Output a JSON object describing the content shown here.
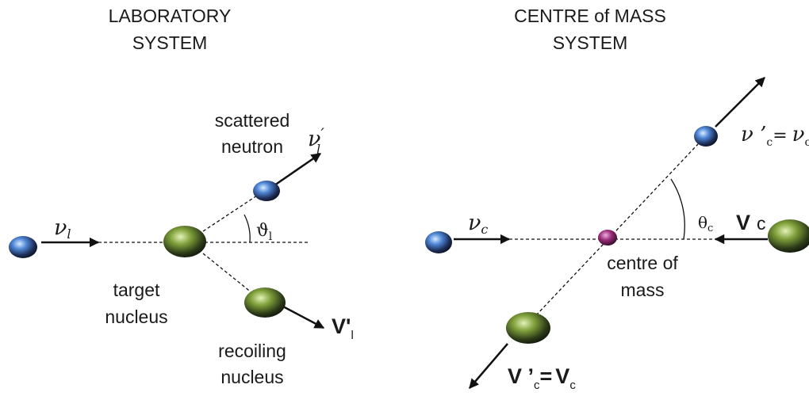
{
  "lab": {
    "title_line1": "LABORATORY",
    "title_line2": "SYSTEM",
    "incident_velocity": "ν",
    "incident_sub": "l",
    "scattered_label_line1": "scattered",
    "scattered_label_line2": "neutron",
    "scattered_velocity": "ν",
    "scattered_prime": "′",
    "scattered_sub": "l",
    "angle_symbol": "ϑ",
    "angle_sub": "l",
    "target_line1": "target",
    "target_line2": "nucleus",
    "recoil_velocity": "V'",
    "recoil_sub": "l",
    "recoil_line1": "recoiling",
    "recoil_line2": "nucleus"
  },
  "cm": {
    "title_line1": "CENTRE of MASS",
    "title_line2": "SYSTEM",
    "incident_velocity": "ν",
    "incident_sub": "c",
    "scattered_velocity": "ν ’",
    "scattered_sub": "c",
    "scattered_equals": "=",
    "scattered_rhs": "ν",
    "scattered_rhs_sub": "c",
    "angle_symbol": "θ",
    "angle_sub": "c",
    "nucleus_velocity": "V",
    "nucleus_sub": "c",
    "com_line1": "centre of",
    "com_line2": "mass",
    "recoil_velocity": "V ’",
    "recoil_sub": "c",
    "recoil_equals": "=",
    "recoil_rhs": "V",
    "recoil_rhs_sub": "c"
  },
  "colors": {
    "neutron": "#3f73c8",
    "nucleus": "#7a9a3a",
    "centre_of_mass": "#9a2c78",
    "line": "#111111"
  }
}
